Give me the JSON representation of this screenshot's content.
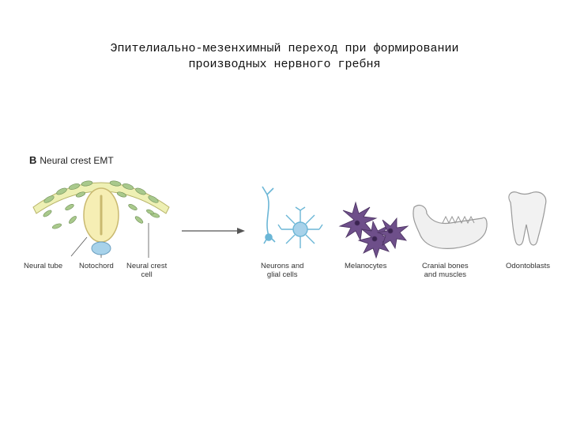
{
  "title": {
    "line1": "Эпителиально-мезенхимный переход при формировании",
    "line2": "производных нервного гребня"
  },
  "panel": {
    "letter": "B",
    "label": "Neural crest EMT"
  },
  "labels": {
    "neural_tube": "Neural tube",
    "notochord": "Notochord",
    "neural_crest_cell": [
      "Neural crest",
      "cell"
    ],
    "neurons": [
      "Neurons and",
      "glial cells"
    ],
    "melanocytes": "Melanocytes",
    "cranial": [
      "Cranial bones",
      "and muscles"
    ],
    "odontoblasts": "Odontoblasts"
  },
  "colors": {
    "ectoderm": "#eef0b4",
    "neural_tube": "#f6eeb4",
    "crest_cell": "#a9c98c",
    "notochord": "#a7d2ea",
    "neuron": "#6bb6d6",
    "melanocyte": "#6e4f8a",
    "bone": "#f0f0f0"
  }
}
